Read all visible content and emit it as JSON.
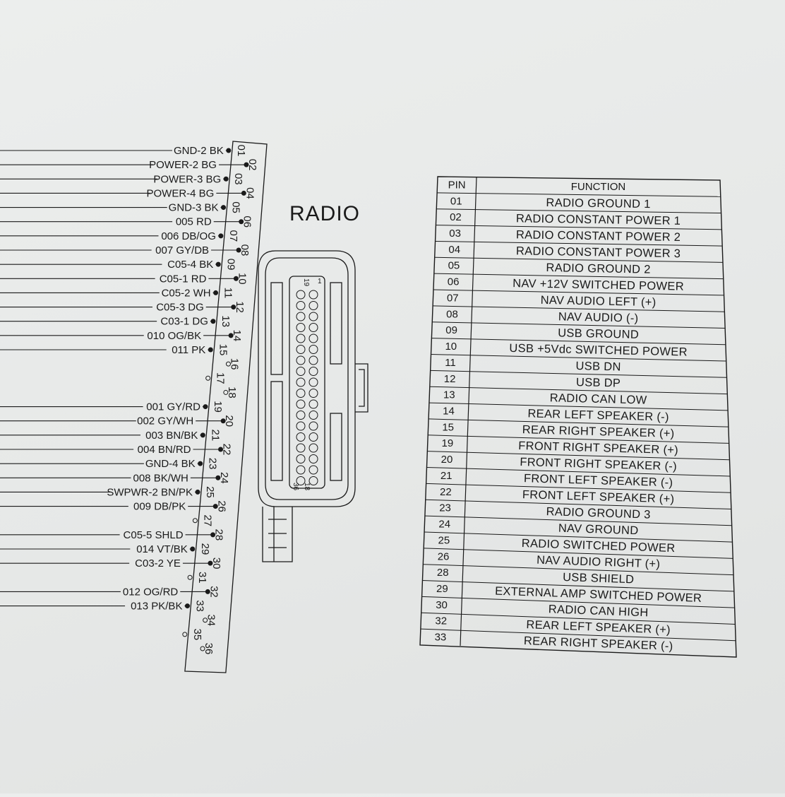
{
  "component_title": "RADIO",
  "wires": [
    {
      "label": "GND-2 BK",
      "pin": "01"
    },
    {
      "label": "POWER-2 BG",
      "pin": "02"
    },
    {
      "label": "POWER-3 BG",
      "pin": "03"
    },
    {
      "label": "POWER-4 BG",
      "pin": "04"
    },
    {
      "label": "GND-3 BK",
      "pin": "05"
    },
    {
      "label": "005 RD",
      "pin": "06"
    },
    {
      "label": "006 DB/OG",
      "pin": "07"
    },
    {
      "label": "007 GY/DB",
      "pin": "08"
    },
    {
      "label": "C05-4 BK",
      "pin": "09"
    },
    {
      "label": "C05-1 RD",
      "pin": "10"
    },
    {
      "label": "C05-2 WH",
      "pin": "11"
    },
    {
      "label": "C05-3 DG",
      "pin": "12"
    },
    {
      "label": "C03-1 DG",
      "pin": "13"
    },
    {
      "label": "010 OG/BK",
      "pin": "14"
    },
    {
      "label": "011 PK",
      "pin": "15"
    },
    {
      "label": "",
      "pin": "16"
    },
    {
      "label": "",
      "pin": "17"
    },
    {
      "label": "",
      "pin": "18"
    },
    {
      "label": "001 GY/RD",
      "pin": "19"
    },
    {
      "label": "002 GY/WH",
      "pin": "20"
    },
    {
      "label": "003 BN/BK",
      "pin": "21"
    },
    {
      "label": "004 BN/RD",
      "pin": "22"
    },
    {
      "label": "GND-4 BK",
      "pin": "23"
    },
    {
      "label": "008 BK/WH",
      "pin": "24"
    },
    {
      "label": "SWPWR-2 BN/PK",
      "pin": "25"
    },
    {
      "label": "009 DB/PK",
      "pin": "26"
    },
    {
      "label": "",
      "pin": "27"
    },
    {
      "label": "C05-5 SHLD",
      "pin": "28"
    },
    {
      "label": "014 VT/BK",
      "pin": "29"
    },
    {
      "label": "C03-2 YE",
      "pin": "30"
    },
    {
      "label": "",
      "pin": "31"
    },
    {
      "label": "012 OG/RD",
      "pin": "32"
    },
    {
      "label": "013 PK/BK",
      "pin": "33"
    },
    {
      "label": "",
      "pin": "34"
    },
    {
      "label": "",
      "pin": "35"
    },
    {
      "label": "",
      "pin": "36"
    }
  ],
  "connector": {
    "cavity_label_top": "19",
    "cavity_label_top_right": "1",
    "cavity_label_bottom_left": "36",
    "cavity_label_bottom_right": "18"
  },
  "pin_table": {
    "headers": {
      "pin": "PIN",
      "function": "FUNCTION"
    },
    "rows": [
      {
        "pin": "01",
        "function": "RADIO GROUND 1"
      },
      {
        "pin": "02",
        "function": "RADIO CONSTANT POWER 1"
      },
      {
        "pin": "03",
        "function": "RADIO CONSTANT POWER 2"
      },
      {
        "pin": "04",
        "function": "RADIO CONSTANT POWER 3"
      },
      {
        "pin": "05",
        "function": "RADIO GROUND 2"
      },
      {
        "pin": "06",
        "function": "NAV +12V SWITCHED POWER"
      },
      {
        "pin": "07",
        "function": "NAV AUDIO LEFT (+)"
      },
      {
        "pin": "08",
        "function": "NAV AUDIO (-)"
      },
      {
        "pin": "09",
        "function": "USB GROUND"
      },
      {
        "pin": "10",
        "function": "USB +5Vdc SWITCHED POWER"
      },
      {
        "pin": "11",
        "function": "USB DN"
      },
      {
        "pin": "12",
        "function": "USB DP"
      },
      {
        "pin": "13",
        "function": "RADIO CAN LOW"
      },
      {
        "pin": "14",
        "function": "REAR LEFT SPEAKER (-)"
      },
      {
        "pin": "15",
        "function": "REAR RIGHT SPEAKER (+)"
      },
      {
        "pin": "19",
        "function": "FRONT RIGHT SPEAKER (+)"
      },
      {
        "pin": "20",
        "function": "FRONT RIGHT SPEAKER (-)"
      },
      {
        "pin": "21",
        "function": "FRONT LEFT SPEAKER (-)"
      },
      {
        "pin": "22",
        "function": "FRONT LEFT SPEAKER (+)"
      },
      {
        "pin": "23",
        "function": "RADIO GROUND 3"
      },
      {
        "pin": "24",
        "function": "NAV GROUND"
      },
      {
        "pin": "25",
        "function": "RADIO SWITCHED POWER"
      },
      {
        "pin": "26",
        "function": "NAV AUDIO RIGHT (+)"
      },
      {
        "pin": "28",
        "function": "USB SHIELD"
      },
      {
        "pin": "29",
        "function": "EXTERNAL AMP SWITCHED POWER"
      },
      {
        "pin": "30",
        "function": "RADIO CAN HIGH"
      },
      {
        "pin": "32",
        "function": "REAR LEFT SPEAKER (+)"
      },
      {
        "pin": "33",
        "function": "REAR RIGHT SPEAKER (-)"
      }
    ]
  },
  "colors": {
    "ink": "#1a1a1a",
    "paper": "#e8eae9"
  }
}
